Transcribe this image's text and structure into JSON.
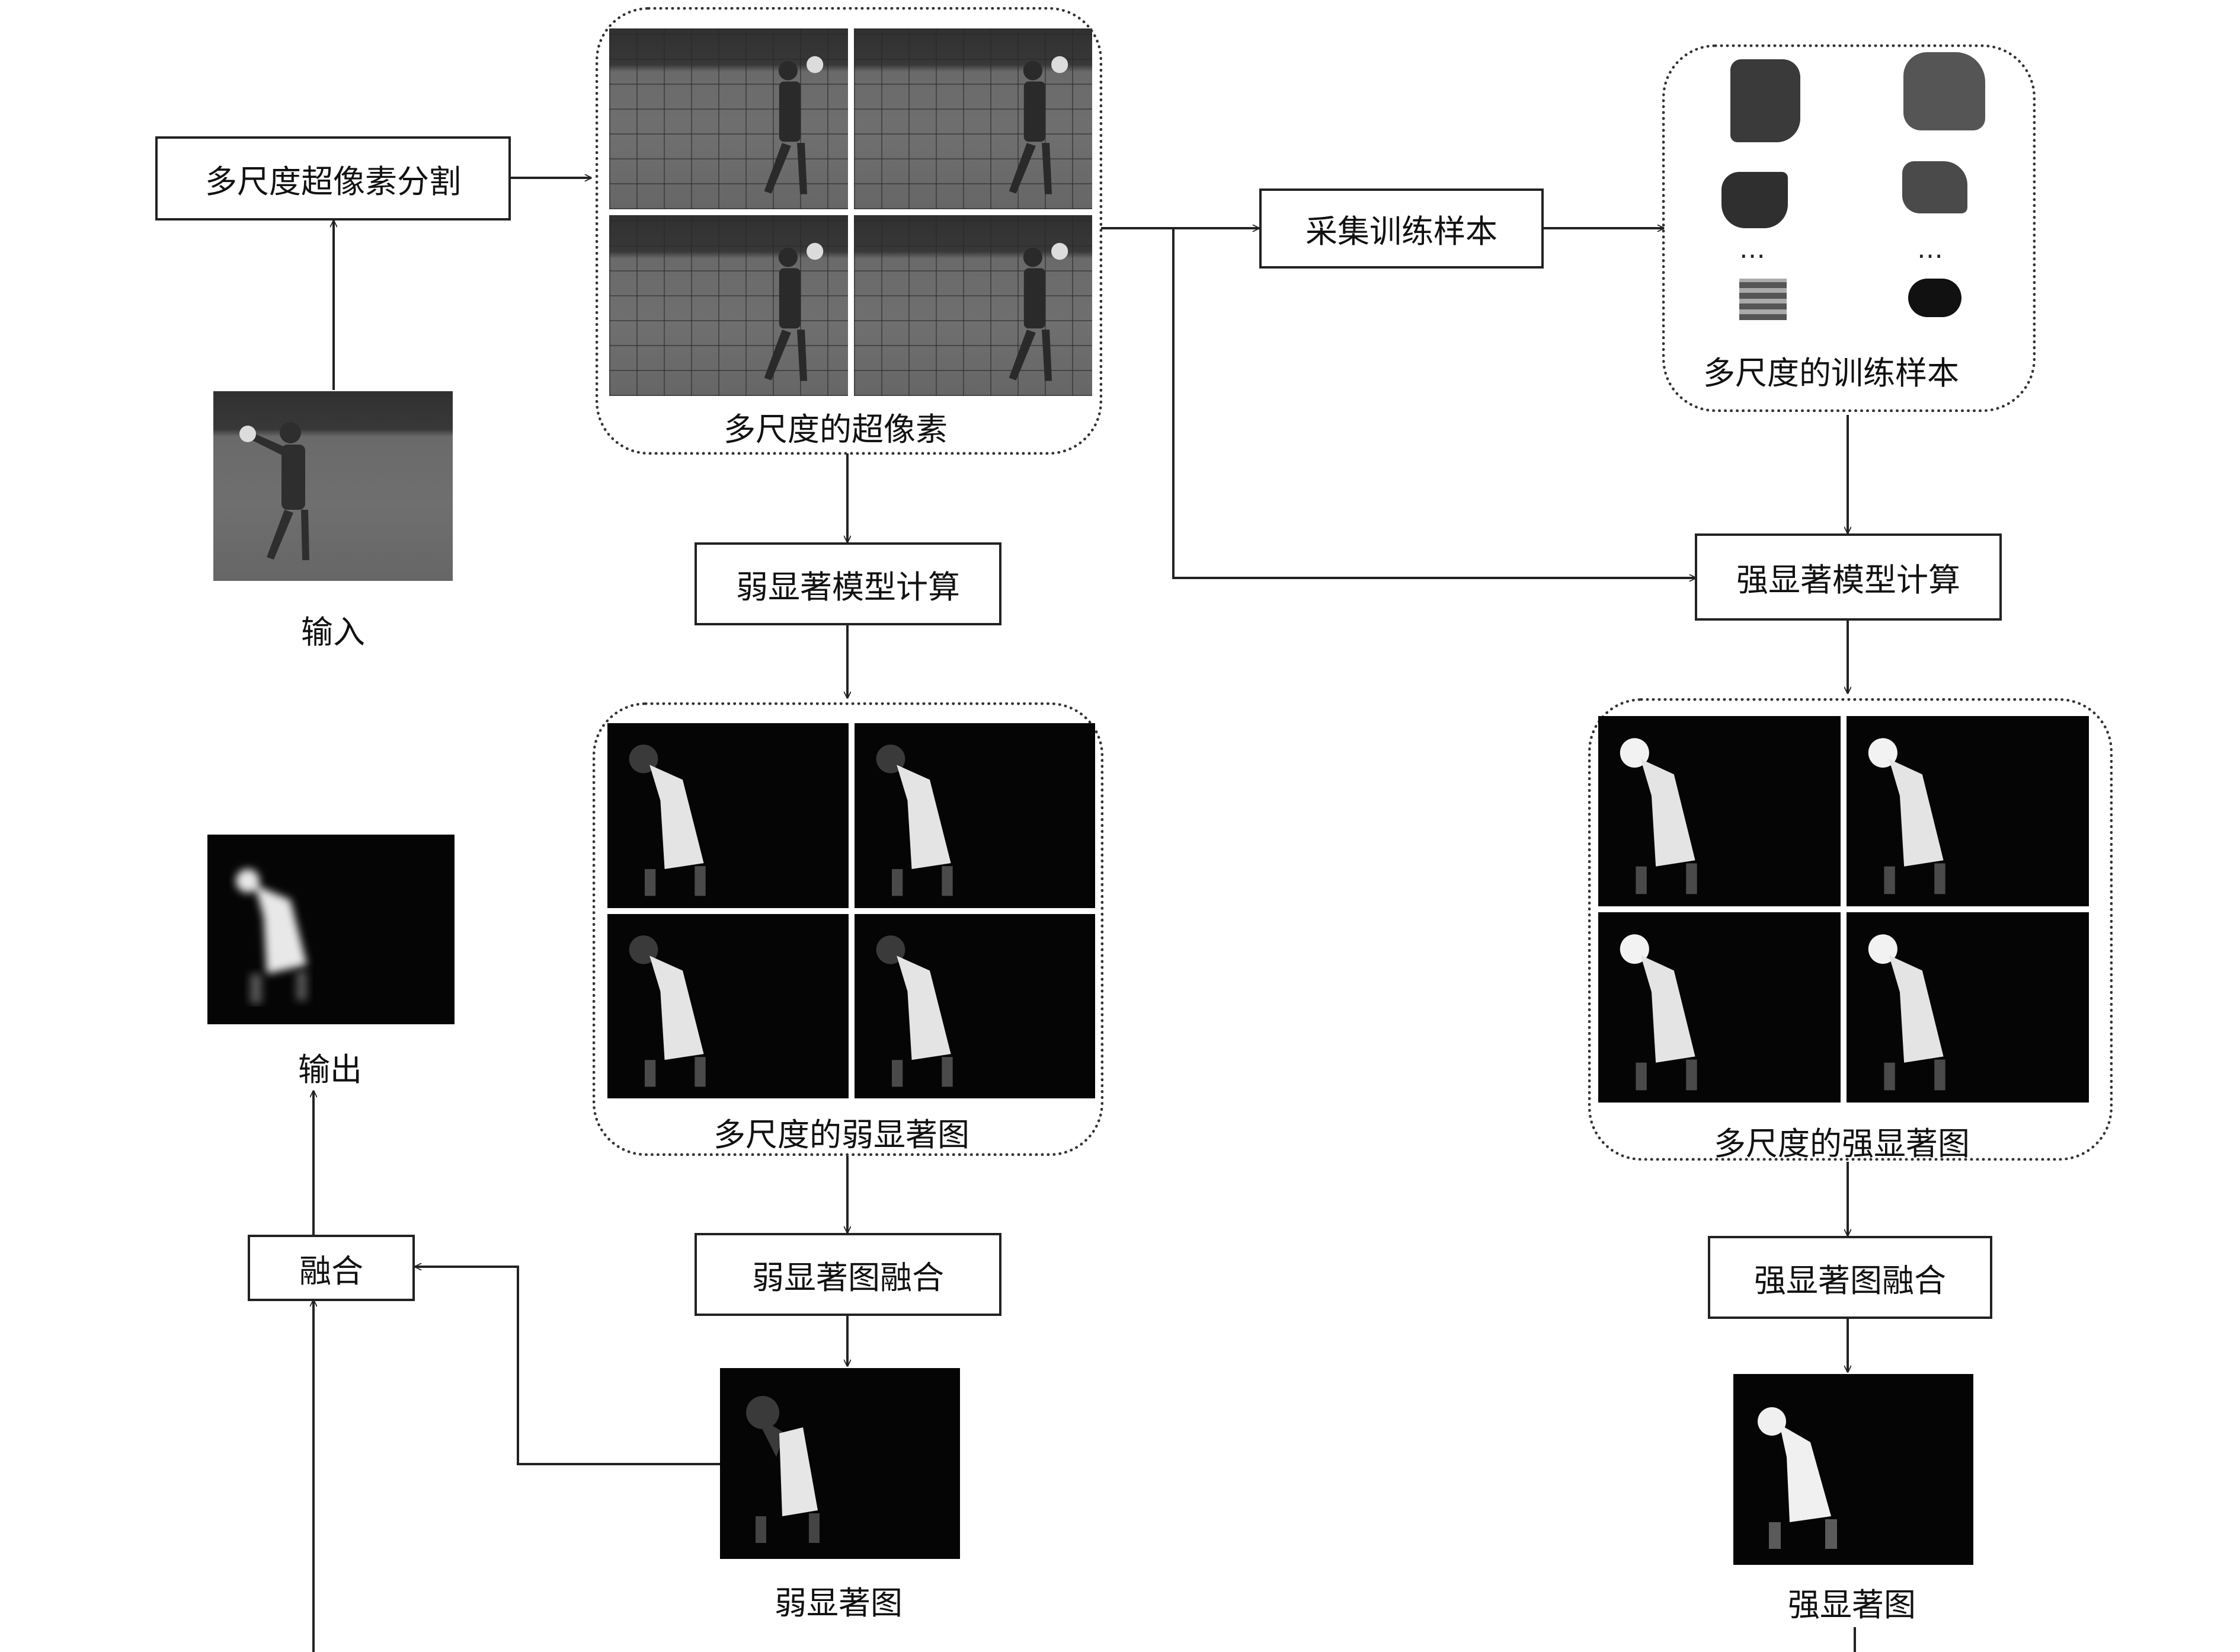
{
  "boxes": {
    "seg": "多尺度超像素分割",
    "collect": "采集训练样本",
    "weak_model": "弱显著模型计算",
    "strong_model": "强显著模型计算",
    "weak_fuse": "弱显著图融合",
    "strong_fuse": "强显著图融合",
    "fuse": "融合"
  },
  "captions": {
    "input": "输入",
    "superpixels": "多尺度的超像素",
    "training_samples": "多尺度的训练样本",
    "weak_maps": "多尺度的弱显著图",
    "strong_maps": "多尺度的强显著图",
    "output": "输出",
    "weak_map": "弱显著图",
    "strong_map": "强显著图"
  },
  "ellipsis": "…",
  "colors": {
    "line": "#222222",
    "saliency_background": "#050505",
    "scene_gray": "#6a6a6a"
  }
}
